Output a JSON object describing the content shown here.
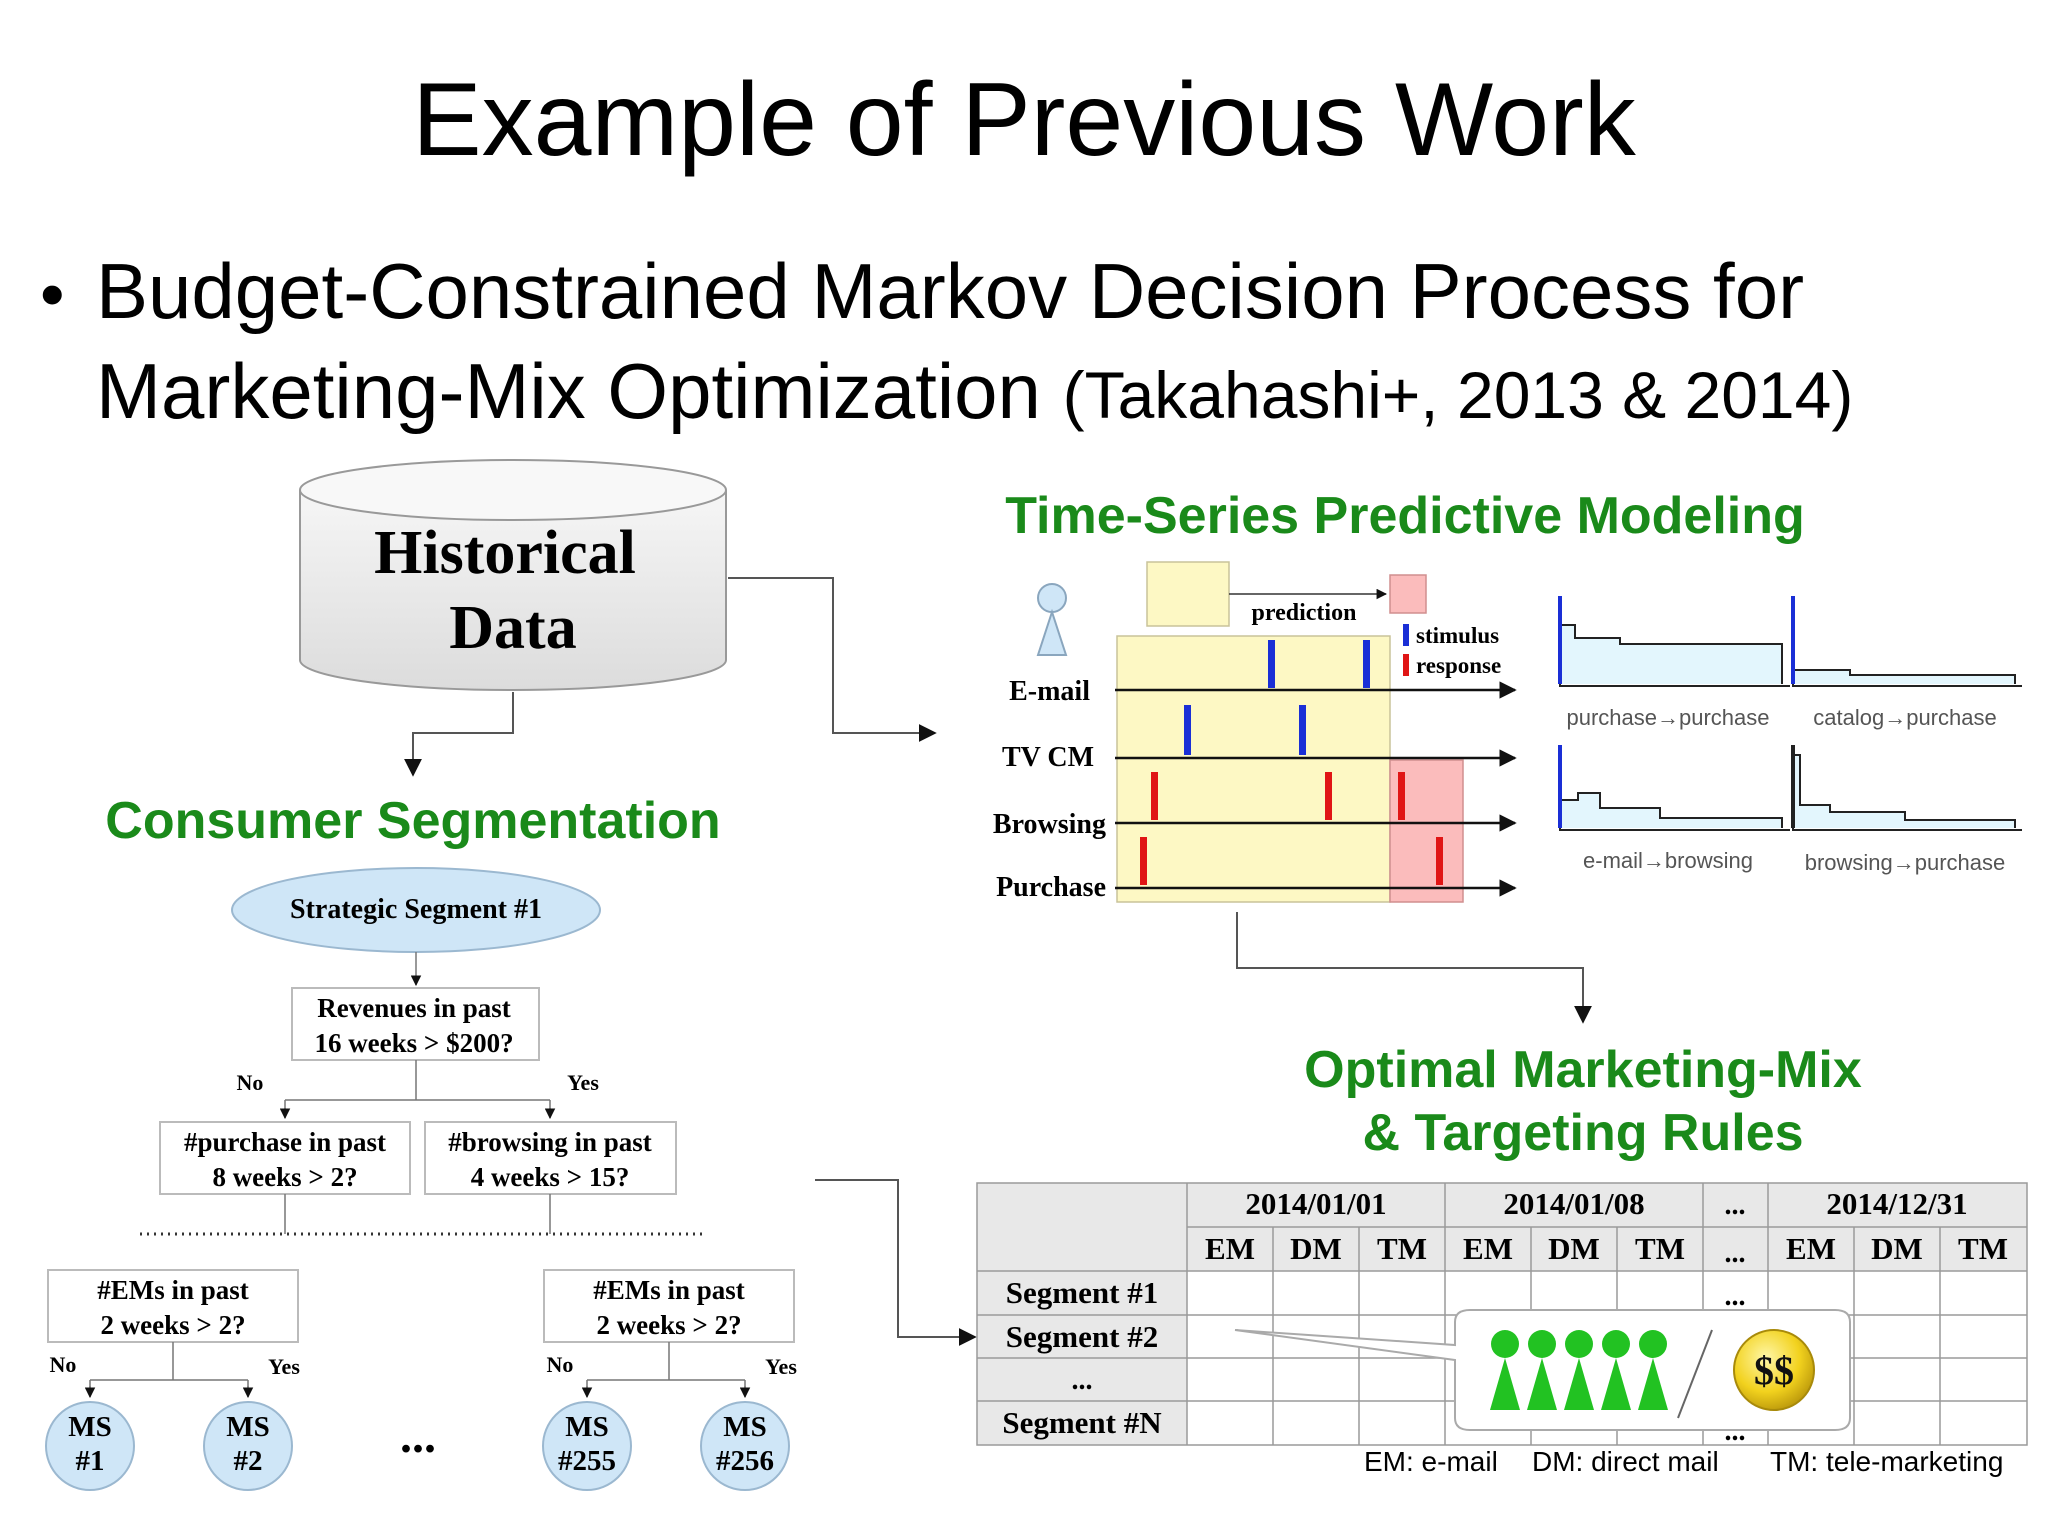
{
  "title": "Example of Previous Work",
  "bullet": {
    "line1": "Budget-Constrained Markov Decision Process for",
    "line2_main": "Marketing-Mix Optimization ",
    "line2_cite": "(Takahashi+, 2013 & 2014)"
  },
  "historical": {
    "line1": "Historical",
    "line2": "Data"
  },
  "sections": {
    "consumer_segmentation": "Consumer Segmentation",
    "time_series": "Time-Series Predictive Modeling",
    "optimal_line1": "Optimal Marketing-Mix",
    "optimal_line2": "& Targeting Rules"
  },
  "tree": {
    "root": "Strategic Segment #1",
    "q1_line1": "Revenues in past",
    "q1_line2": "16 weeks > $200?",
    "no": "No",
    "yes": "Yes",
    "q2_line1": "#purchase in past",
    "q2_line2": "8 weeks > 2?",
    "q3_line1": "#browsing in past",
    "q3_line2": "4 weeks > 15?",
    "q4_line1": "#EMs in past",
    "q4_line2": "2 weeks > 2?",
    "leaves": [
      {
        "l1": "MS",
        "l2": "#1"
      },
      {
        "l1": "MS",
        "l2": "#2"
      },
      {
        "l1": "MS",
        "l2": "#255"
      },
      {
        "l1": "MS",
        "l2": "#256"
      }
    ],
    "ellipsis": "..."
  },
  "timeseries": {
    "prediction": "prediction",
    "stimulus": "stimulus",
    "response": "response",
    "rows": [
      "E-mail",
      "TV CM",
      "Browsing",
      "Purchase"
    ],
    "panels": [
      "purchase→purchase",
      "catalog→purchase",
      "e-mail→browsing",
      "browsing→purchase"
    ],
    "colors": {
      "stimulus": "#1a2fd6",
      "response": "#e01515",
      "history_bg": "#fdf8c4",
      "prediction_bg": "#fbbcbc"
    }
  },
  "table": {
    "dates": [
      "2014/01/01",
      "2014/01/08",
      "...",
      "2014/12/31"
    ],
    "channels": [
      "EM",
      "DM",
      "TM"
    ],
    "segments": [
      "Segment #1",
      "Segment #2",
      "...",
      "Segment #N"
    ],
    "money": "$$",
    "legend": {
      "em": "EM: e-mail",
      "dm": "DM: direct mail",
      "tm": "TM: tele-marketing"
    }
  }
}
